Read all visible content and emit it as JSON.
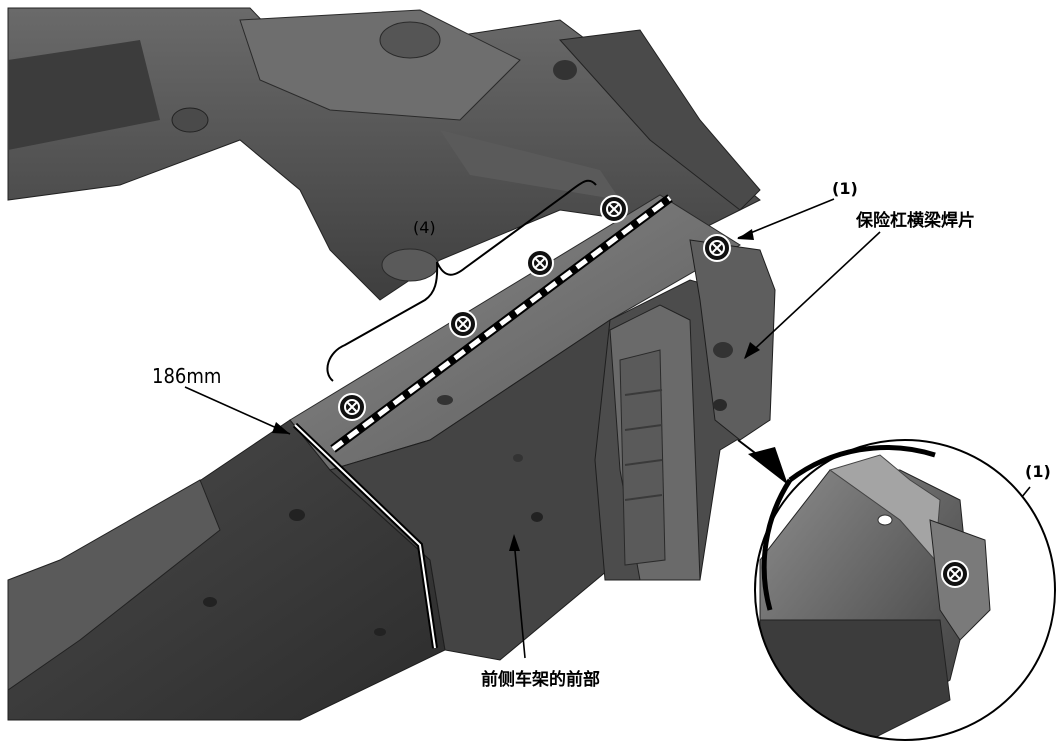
{
  "labels": {
    "ref_top": "(1)",
    "ref_detail": "(1)",
    "ref_group": "(4)",
    "dimension": "186mm",
    "bumper_beam_plate": "保险杠横梁焊片",
    "front_side_frame_front": "前侧车架的前部"
  },
  "colors": {
    "frame_dark": "#2f2f2f",
    "frame_mid": "#545454",
    "frame_light": "#7a7a7a",
    "weld_symbol": "#111111",
    "callout_line": "#000000"
  },
  "icons": {
    "weld_point": "circled-x-weld-icon",
    "callout_arrow": "filled-triangle-arrow"
  }
}
